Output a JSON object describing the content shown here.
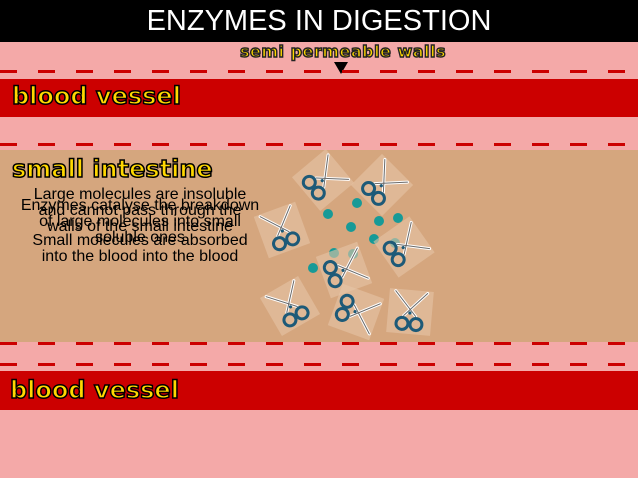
{
  "slide": {
    "title": "ENZYMES IN DIGESTION",
    "annotation": "semi permeable walls",
    "label_top_vessel": "blood vessel",
    "label_intestine": "small intestine",
    "label_bottom_vessel": "blood vessel",
    "text_large_molecules": "Large molecules are insoluble and cannot pass through the walls of the small intestine",
    "text_enzymes": "Enzymes catalyse the breakdown of large molecules into small soluble ones",
    "text_small_absorbed": "Small molecules are absorbed into the blood into the blood"
  },
  "colors": {
    "blood_vessel": "#cc0000",
    "tissue": "#f4a9a8",
    "intestine": "#d5a67e",
    "molecule": "#179a97",
    "scissors": "#1d5a78"
  },
  "icons": [
    "scissors-icon",
    "arrow-down-icon",
    "molecule-icon"
  ]
}
